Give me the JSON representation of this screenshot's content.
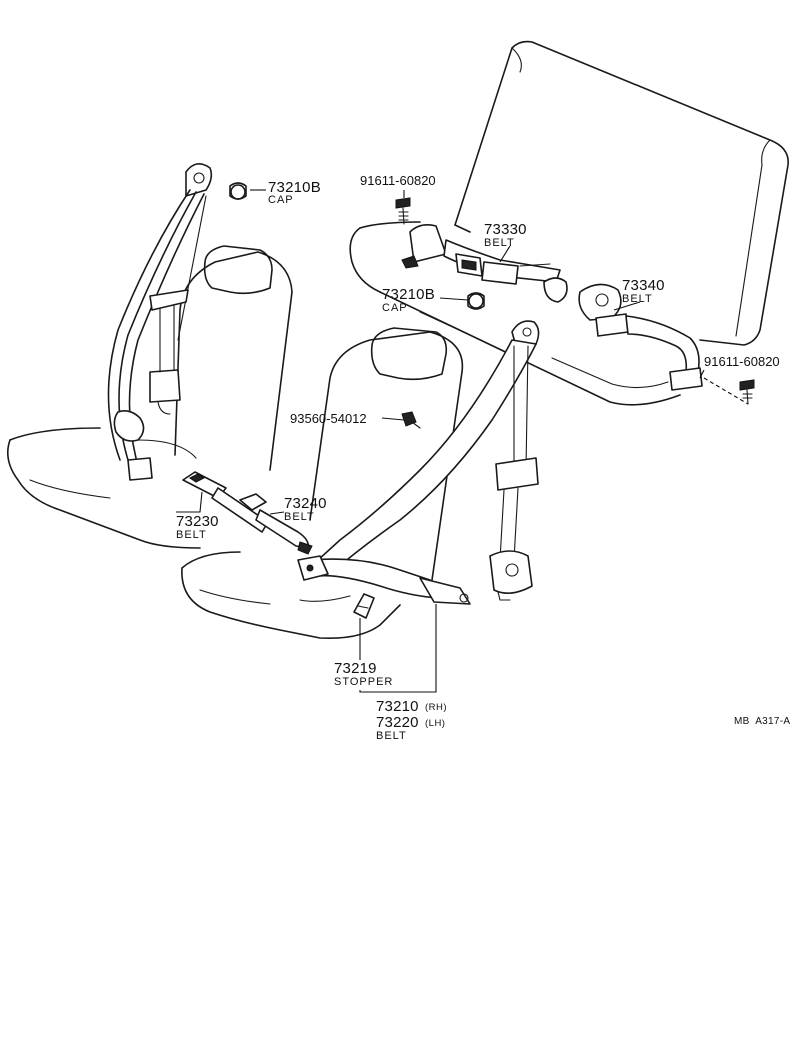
{
  "diagram": {
    "callouts": {
      "c1": {
        "part_no": "73210B",
        "desc": "CAP"
      },
      "c2": {
        "part_no": "91611-60820"
      },
      "c3": {
        "part_no": "73330",
        "desc": "BELT"
      },
      "c4": {
        "part_no": "73210B",
        "desc": "CAP"
      },
      "c5": {
        "part_no": "73340",
        "desc": "BELT"
      },
      "c6": {
        "part_no": "91611-60820"
      },
      "c7": {
        "part_no": "93560-54012"
      },
      "c8": {
        "part_no": "73240",
        "desc": "BELT"
      },
      "c9": {
        "part_no": "73230",
        "desc": "BELT"
      },
      "c10": {
        "part_no": "73219",
        "desc": "STOPPER"
      },
      "c11": {
        "part_no_rh": "73210",
        "side_rh": "(RH)",
        "part_no_lh": "73220",
        "side_lh": "(LH)",
        "desc": "BELT"
      }
    },
    "figure_code": "MB  A317-A"
  }
}
